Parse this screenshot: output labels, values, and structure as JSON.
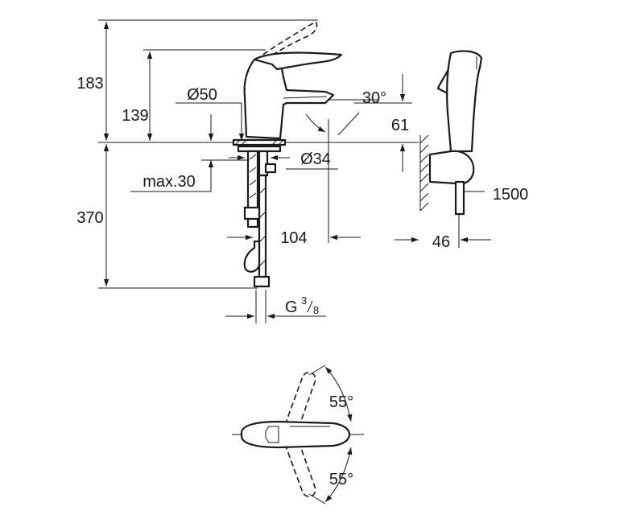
{
  "drawing": {
    "side_view": {
      "dimensions": {
        "total_height": "183",
        "spout_height": "139",
        "body_diameter": "Ø50",
        "lever_angle": "30°",
        "above_deck": "61",
        "hole_diameter": "Ø34",
        "max_deck": "max.30",
        "supply_length": "370",
        "spout_reach": "104",
        "thread_main": "G",
        "thread_num": "3",
        "thread_den": "8"
      }
    },
    "hand_shower": {
      "dimensions": {
        "hose_length": "1500",
        "wall_projection": "46"
      }
    },
    "top_view": {
      "dimensions": {
        "swivel_left": "55°",
        "swivel_right": "55°"
      }
    },
    "colors": {
      "line": "#1a1a1a",
      "background": "#ffffff"
    }
  }
}
